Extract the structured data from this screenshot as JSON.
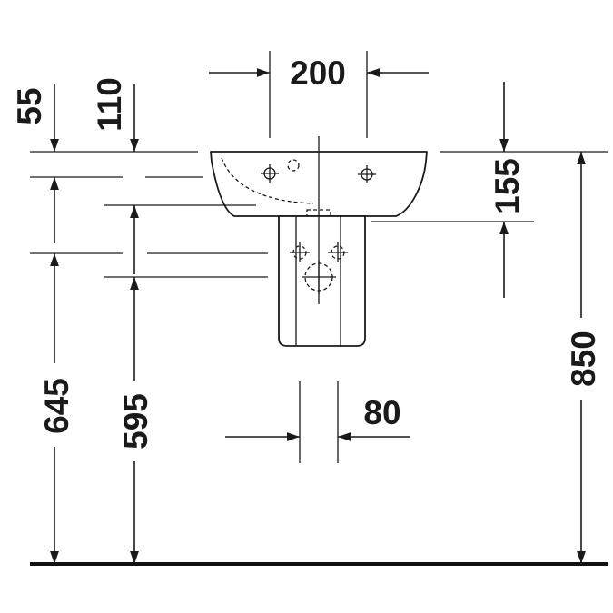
{
  "dimensions": {
    "top_width": "200",
    "rim_offset": "55",
    "overflow_offset": "110",
    "bowl_depth": "155",
    "total_height": "850",
    "rim_to_floor": "645",
    "pedestal_to_floor": "595",
    "pedestal_width": "80"
  }
}
